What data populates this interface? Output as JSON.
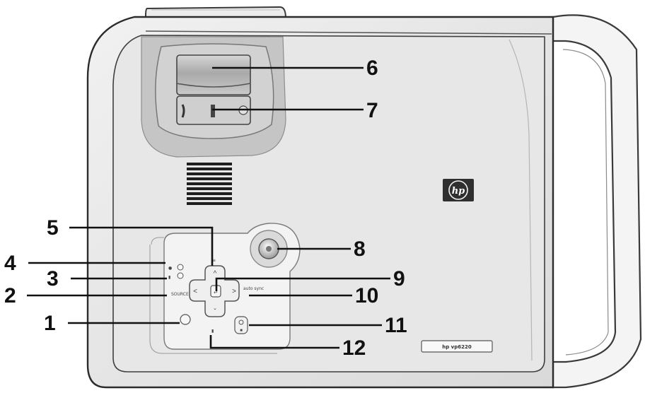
{
  "device": {
    "logo": "hp",
    "model_label": "hp vp6220",
    "keystone_label": "",
    "source_label": "SOURCE",
    "auto_sync_label": "auto sync",
    "power_label": "",
    "lamp_icon": "lamp-warning-icon",
    "temp_icon": "temperature-warning-icon"
  },
  "callouts": [
    {
      "number": "1"
    },
    {
      "number": "2"
    },
    {
      "number": "3"
    },
    {
      "number": "4"
    },
    {
      "number": "5"
    },
    {
      "number": "6"
    },
    {
      "number": "7"
    },
    {
      "number": "8"
    },
    {
      "number": "9"
    },
    {
      "number": "10"
    },
    {
      "number": "11"
    },
    {
      "number": "12"
    }
  ]
}
